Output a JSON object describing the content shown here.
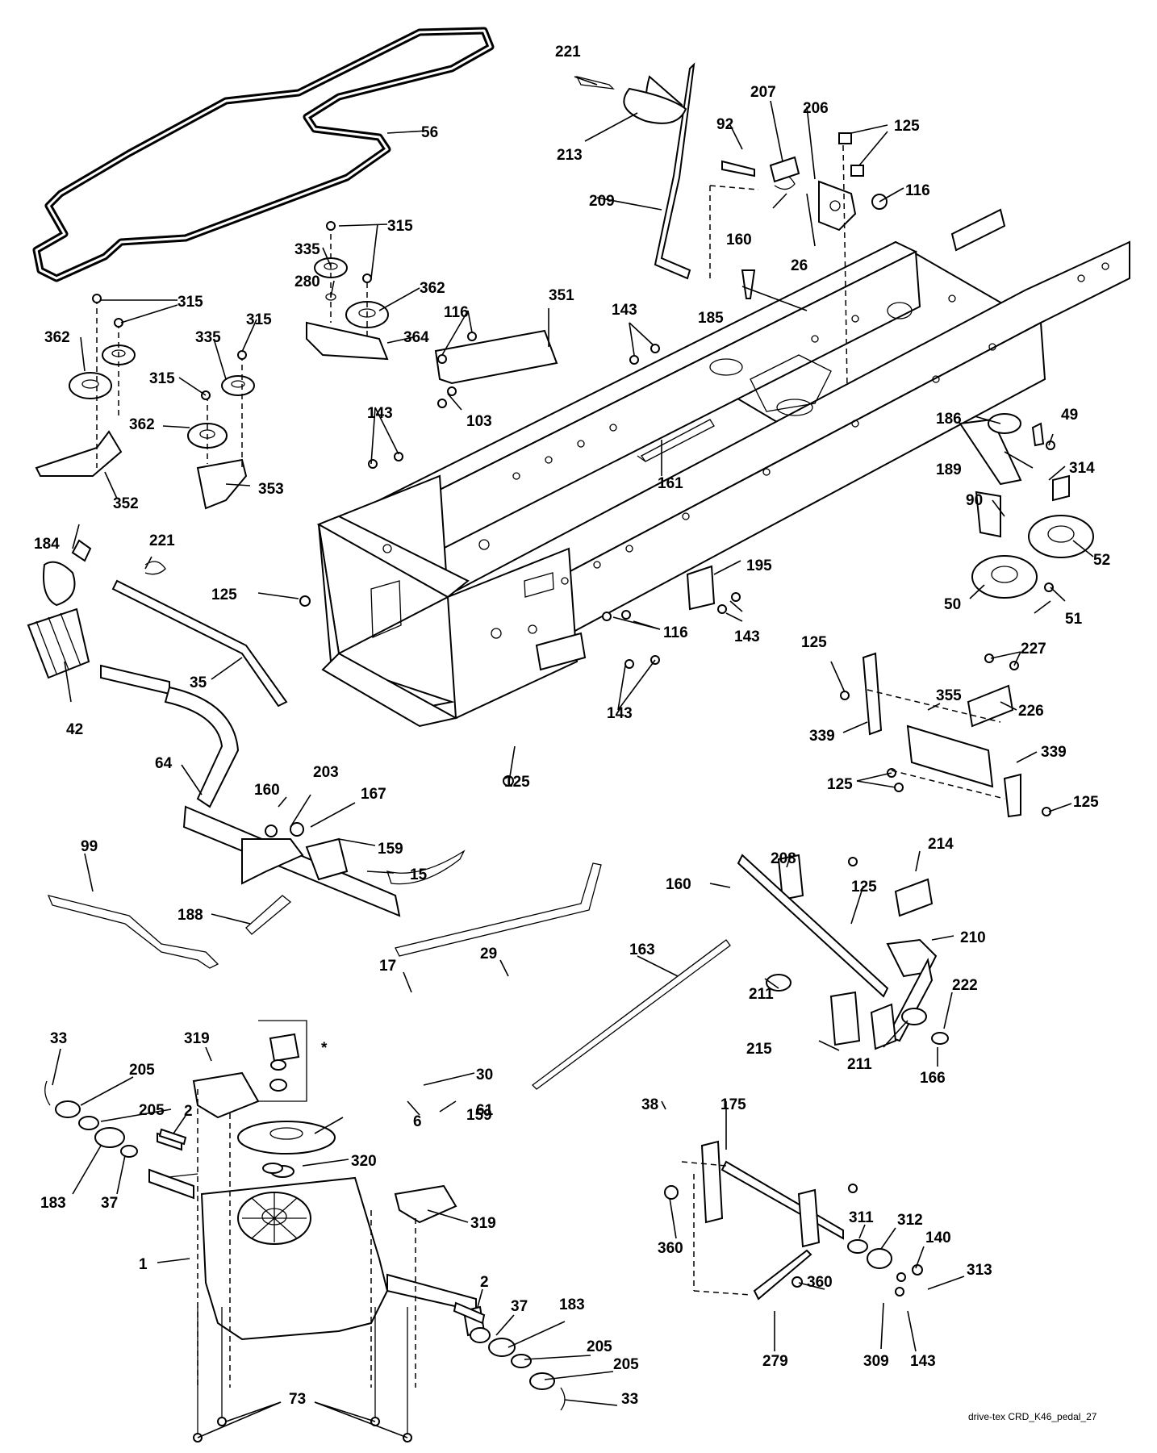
{
  "labels": {
    "l_221a": "221",
    "l_213": "213",
    "l_209": "209",
    "l_207": "207",
    "l_206": "206",
    "l_92": "92",
    "l_125a": "125",
    "l_116a": "116",
    "l_160a": "160",
    "l_26": "26",
    "l_185": "185",
    "l_56": "56",
    "l_315a": "315",
    "l_335a": "335",
    "l_280": "280",
    "l_362a": "362",
    "l_364": "364",
    "l_116b": "116",
    "l_351": "351",
    "l_143a": "143",
    "l_315b": "315",
    "l_362b": "362",
    "l_335b": "335",
    "l_315c": "315",
    "l_315d": "315",
    "l_362c": "362",
    "l_352": "352",
    "l_353": "353",
    "l_103": "103",
    "l_143b": "143",
    "l_161": "161",
    "l_186": "186",
    "l_49": "49",
    "l_189": "189",
    "l_314": "314",
    "l_90": "90",
    "l_52": "52",
    "l_50": "50",
    "l_51": "51",
    "l_195": "195",
    "l_116c": "116",
    "l_143c": "143",
    "l_184": "184",
    "l_221b": "221",
    "l_125b": "125",
    "l_35": "35",
    "l_42": "42",
    "l_143d": "143",
    "l_125c": "125",
    "l_227": "227",
    "l_355": "355",
    "l_226": "226",
    "l_339a": "339",
    "l_339b": "339",
    "l_125d": "125",
    "l_125e": "125",
    "l_125f": "125",
    "l_64": "64",
    "l_160b": "160",
    "l_203": "203",
    "l_167": "167",
    "l_159a": "159",
    "l_15": "15",
    "l_99": "99",
    "l_188": "188",
    "l_214": "214",
    "l_208": "208",
    "l_160c": "160",
    "l_125g": "125",
    "l_210": "210",
    "l_163": "163",
    "l_29": "29",
    "l_17": "17",
    "l_211a": "211",
    "l_222": "222",
    "l_215": "215",
    "l_211b": "211",
    "l_166": "166",
    "l_33a": "33",
    "l_319a": "319",
    "l_star": "*",
    "l_205a": "205",
    "l_205b": "205",
    "l_2a": "2",
    "l_61": "61",
    "l_30": "30",
    "l_159b": "159",
    "l_6": "6",
    "l_320": "320",
    "l_183a": "183",
    "l_37a": "37",
    "l_38": "38",
    "l_175": "175",
    "l_319b": "319",
    "l_1": "1",
    "l_360a": "360",
    "l_311": "311",
    "l_312": "312",
    "l_140": "140",
    "l_313": "313",
    "l_2b": "2",
    "l_37b": "37",
    "l_183b": "183",
    "l_360b": "360",
    "l_205c": "205",
    "l_205d": "205",
    "l_33b": "33",
    "l_73": "73",
    "l_279": "279",
    "l_309": "309",
    "l_143e": "143"
  },
  "credit": "drive-tex CRD_K46_pedal_27"
}
